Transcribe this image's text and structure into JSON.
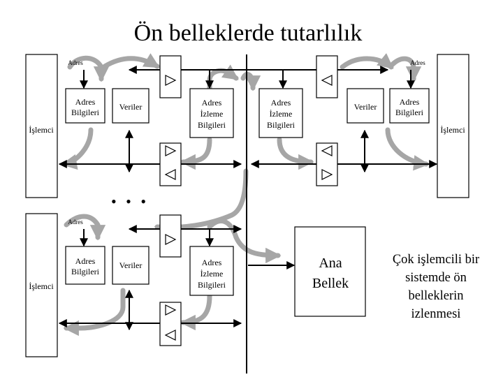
{
  "title": "Ön belleklerde tutarlılık",
  "processor_label": "İşlemci",
  "address_label": "Adres",
  "address_info_label": [
    "Adres",
    "Bilgileri"
  ],
  "data_label": "Veriler",
  "snoop_info_label": [
    "Adres",
    "İzleme",
    "Bilgileri"
  ],
  "ellipsis": "• • •",
  "memory_label": [
    "Ana",
    "Bellek"
  ],
  "caption": [
    "Çok işlemcili bir",
    "sistemde ön",
    "belleklerin",
    "izlenmesi"
  ],
  "colors": {
    "line": "#000000",
    "path": "#a6a6a6",
    "background": "#ffffff"
  }
}
